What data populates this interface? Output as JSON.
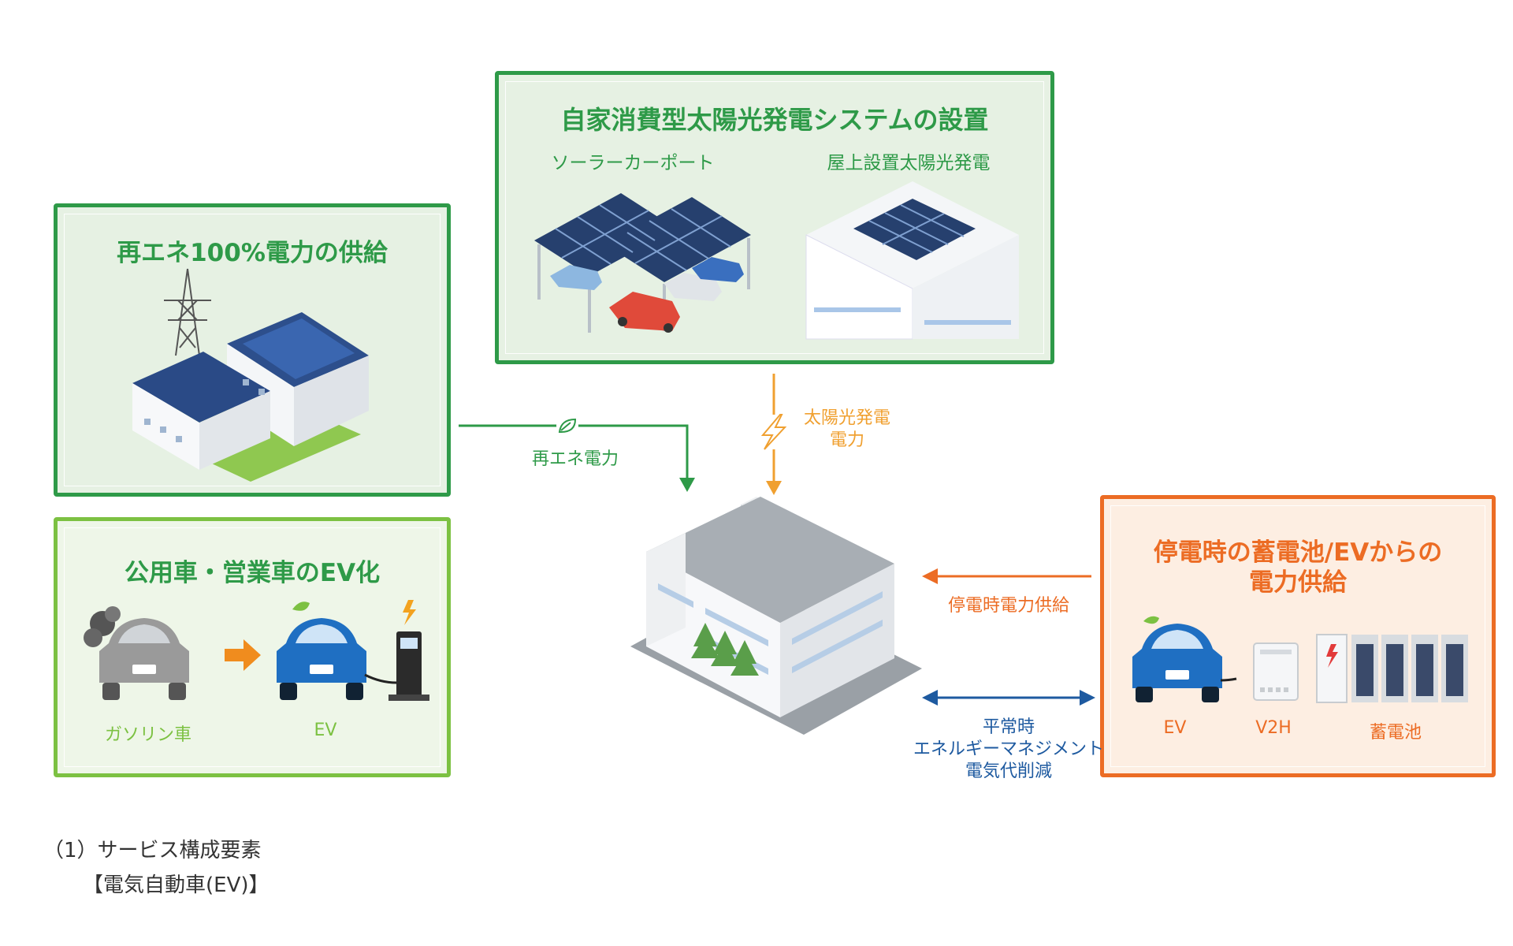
{
  "panels": {
    "solar_install": {
      "title": "自家消費型太陽光発電システムの設置",
      "sub_left": "ソーラーカーポート",
      "sub_right": "屋上設置太陽光発電"
    },
    "renewable_supply": {
      "title": "再エネ100%電力の供給"
    },
    "ev_fleet": {
      "title": "公用車・営業車のEV化",
      "label_gas": "ガソリン車",
      "label_ev": "EV"
    },
    "outage_supply": {
      "title_line1": "停電時の蓄電池/EVからの",
      "title_line2": "電力供給",
      "label_ev": "EV",
      "label_v2h": "V2H",
      "label_battery": "蓄電池"
    }
  },
  "flows": {
    "renewable_power": "再エネ電力",
    "solar_power_line1": "太陽光発電",
    "solar_power_line2": "電力",
    "outage_power": "停電時電力供給",
    "normal_line1": "平常時",
    "normal_line2": "エネルギーマネジメント",
    "normal_line3": "電気代削減"
  },
  "caption": {
    "line1": "（1）サービス構成要素",
    "line2": "【電気自動車(EV)】"
  },
  "colors": {
    "green_dark": "#2e9a48",
    "green_light": "#7cc142",
    "orange": "#ec6c24",
    "orange_arrow": "#f0a030",
    "blue": "#1e5aa0",
    "panel_bg": "#e6f1e3",
    "panel_bg_light": "#eef6e8",
    "panel_bg_orange": "#fdeee2"
  }
}
